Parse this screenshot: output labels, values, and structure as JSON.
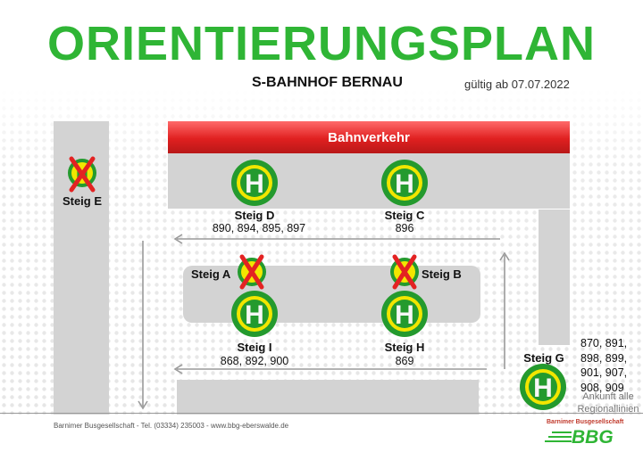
{
  "header": {
    "title": "ORIENTIERUNGSPLAN",
    "subtitle": "S-BAHNHOF BERNAU",
    "valid_from": "gültig ab 07.07.2022"
  },
  "rail": {
    "label": "Bahnverkehr"
  },
  "stops": {
    "steig_d": {
      "name": "Steig D",
      "lines": "890, 894, 895, 897"
    },
    "steig_c": {
      "name": "Steig C",
      "lines": "896"
    },
    "steig_e": {
      "name": "Steig E",
      "closed": true
    },
    "steig_a": {
      "name": "Steig A",
      "closed": true
    },
    "steig_b": {
      "name": "Steig B",
      "closed": true
    },
    "steig_i": {
      "name": "Steig I",
      "lines": "868, 892, 900"
    },
    "steig_h": {
      "name": "Steig H",
      "lines": "869"
    },
    "steig_g": {
      "name": "Steig G",
      "lines": [
        "870, 891,",
        "898, 899,",
        "901, 907,",
        "908, 909"
      ],
      "note": [
        "Ankunft alle",
        "Regionallinien"
      ]
    }
  },
  "symbol": {
    "letter": "H"
  },
  "footer": {
    "contact": "Barnimer Busgesellschaft - Tel. (03334) 235003 - www.bbg-eberswalde.de",
    "brand_name": "Barnimer Busgesellschaft",
    "brand_logo": "BBG"
  },
  "colors": {
    "title_green": "#2fb535",
    "rail_red": "#e02020",
    "stop_yellow": "#f2e600",
    "stop_green": "#249a2e",
    "closed_cross": "#e32222",
    "platform_gray": "#d3d3d3"
  }
}
